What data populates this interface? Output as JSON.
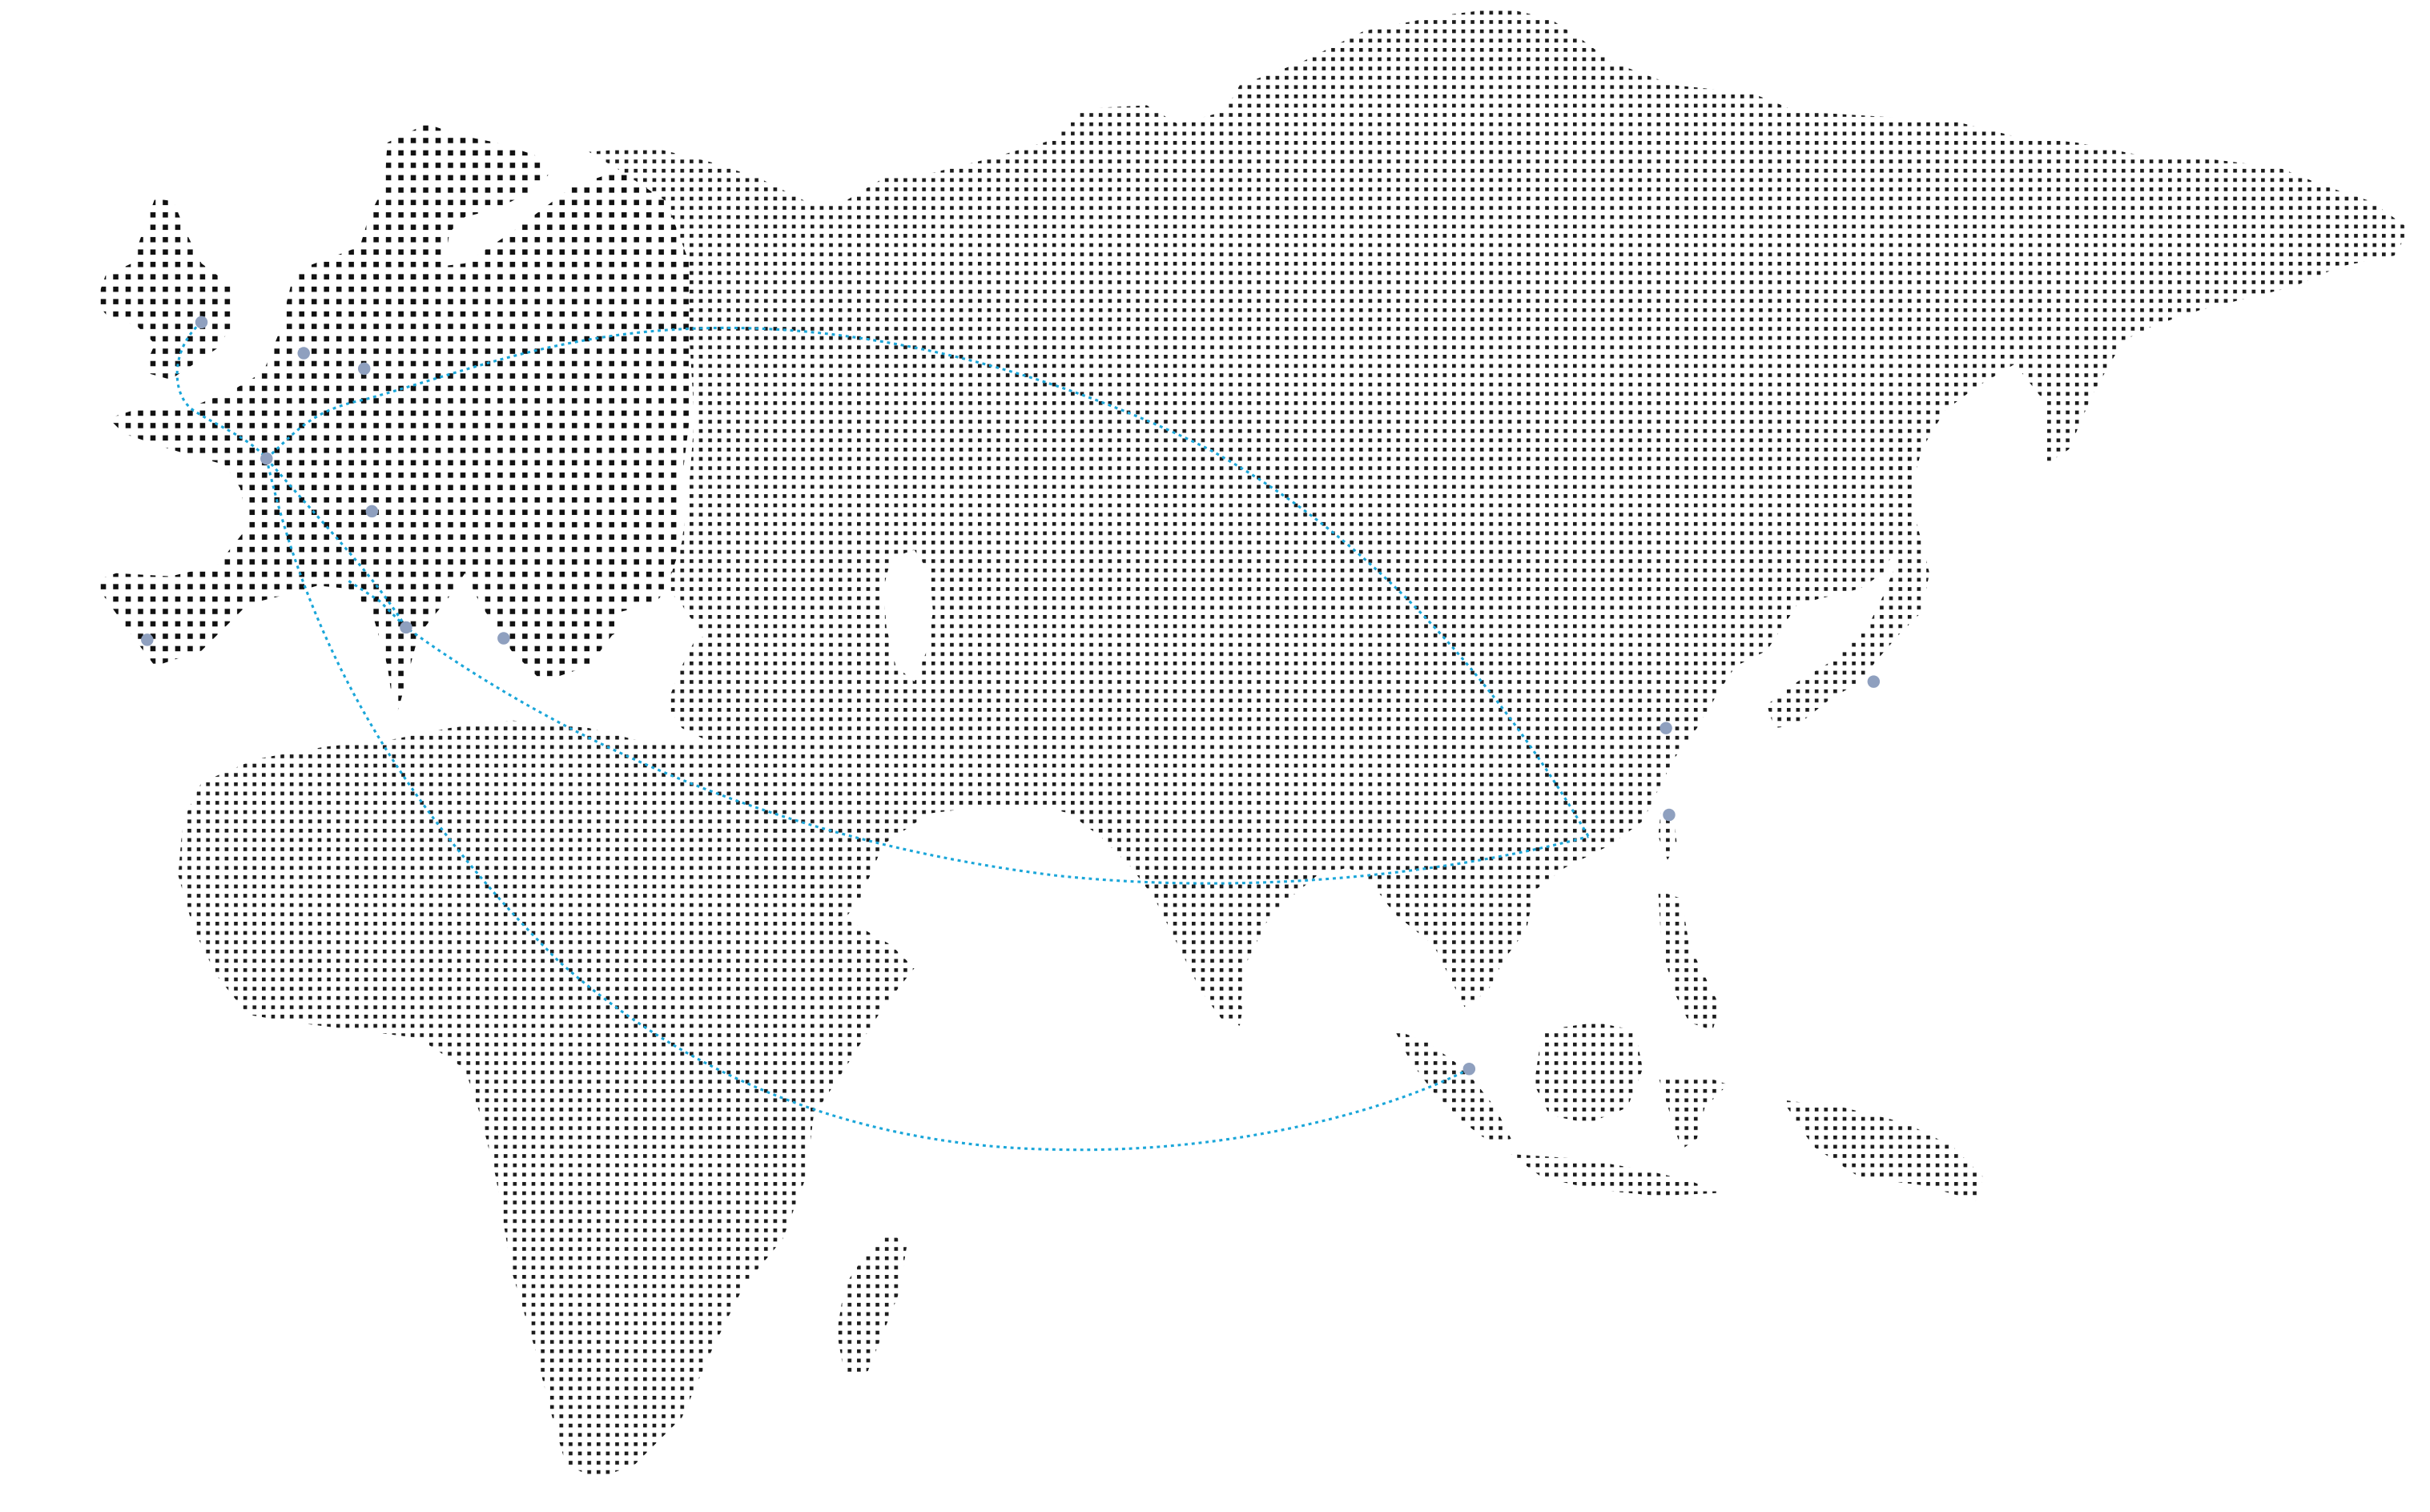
{
  "colors": {
    "land_dot": "#1c1c1c",
    "route": "#1aa6d9",
    "city": "#8fa0bf",
    "background": "#ffffff"
  },
  "cities": [
    {
      "id": "london"
    },
    {
      "id": "amsterdam"
    },
    {
      "id": "berlin"
    },
    {
      "id": "paris"
    },
    {
      "id": "milan"
    },
    {
      "id": "madrid"
    },
    {
      "id": "rome"
    },
    {
      "id": "athens"
    },
    {
      "id": "shanghai"
    },
    {
      "id": "tokyo"
    },
    {
      "id": "taipei"
    },
    {
      "id": "singapore"
    }
  ],
  "routes": [
    {
      "id": "london-paris"
    },
    {
      "id": "paris-berlin-shanghai"
    },
    {
      "id": "paris-taipei"
    },
    {
      "id": "paris-singapore"
    },
    {
      "id": "milan-rome"
    }
  ]
}
